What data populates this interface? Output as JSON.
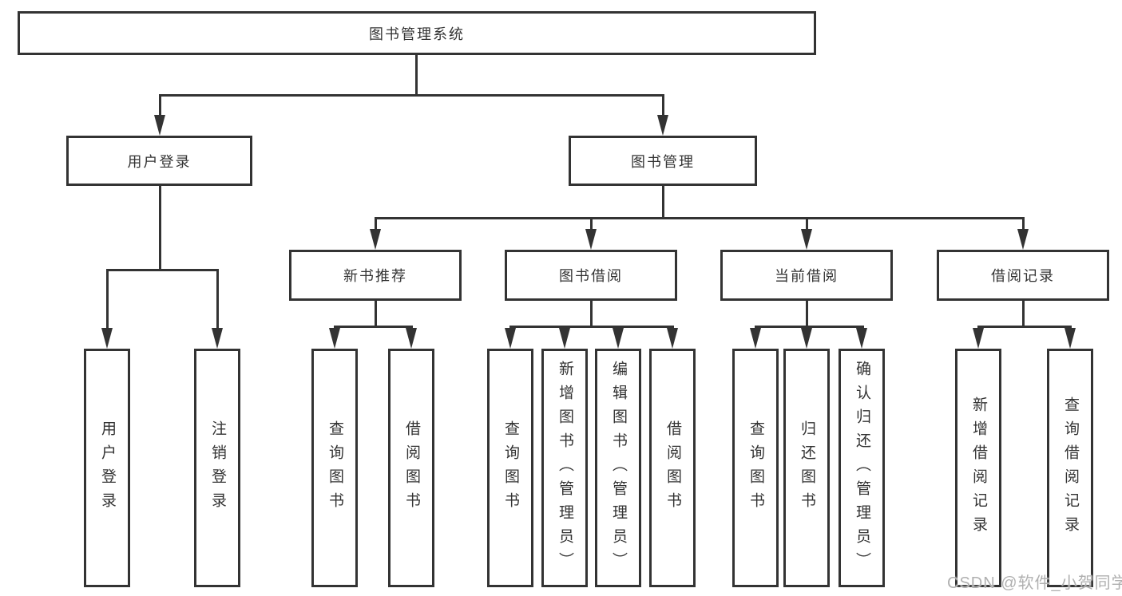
{
  "tree": {
    "root": {
      "label": "图书管理系统",
      "children": [
        {
          "label": "用户登录",
          "children": [
            {
              "label": "用户登录"
            },
            {
              "label": "注销登录"
            }
          ]
        },
        {
          "label": "图书管理",
          "children": [
            {
              "label": "新书推荐",
              "children": [
                {
                  "label": "查询图书"
                },
                {
                  "label": "借阅图书"
                }
              ]
            },
            {
              "label": "图书借阅",
              "children": [
                {
                  "label": "查询图书"
                },
                {
                  "label": "新增图书（管理员）"
                },
                {
                  "label": "编辑图书（管理员）"
                },
                {
                  "label": "借阅图书"
                }
              ]
            },
            {
              "label": "当前借阅",
              "children": [
                {
                  "label": "查询图书"
                },
                {
                  "label": "归还图书"
                },
                {
                  "label": "确认归还（管理员）"
                }
              ]
            },
            {
              "label": "借阅记录",
              "children": [
                {
                  "label": "新增借阅记录"
                },
                {
                  "label": "查询借阅记录"
                }
              ]
            }
          ]
        }
      ]
    }
  },
  "watermark": {
    "text": "CSDN @软件_小贺同学"
  },
  "colors": {
    "line": "#333333",
    "text": "#333333",
    "box_background": "#ffffff",
    "background": "#ffffff",
    "watermark": "#b0b0b0"
  }
}
